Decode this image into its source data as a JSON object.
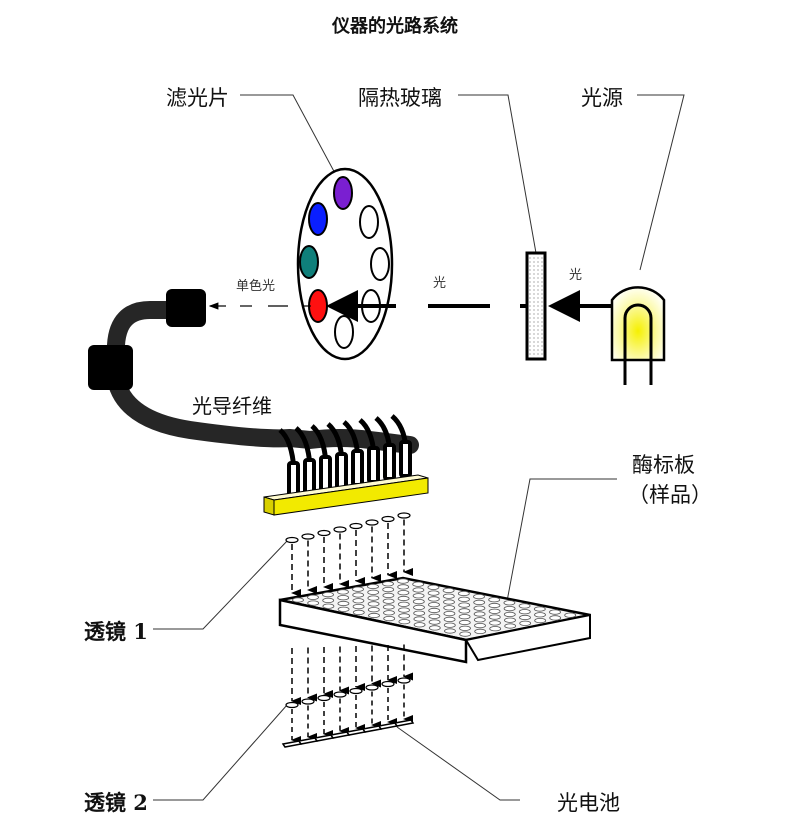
{
  "title": "仪器的光路系统",
  "labels": {
    "filter": "滤光片",
    "heat_glass": "隔热玻璃",
    "light_source": "光源",
    "mono_light": "单色光",
    "light1": "光",
    "light2": "光",
    "fiber": "光导纤维",
    "plate_line1": "酶标板",
    "plate_line2": "（样品）",
    "lens1": "透镜 1",
    "lens2": "透镜 2",
    "photocell": "光电池"
  },
  "colors": {
    "filter_purple": "#7a1fd1",
    "filter_blue": "#0a1fff",
    "filter_teal": "#0f7f7a",
    "filter_red": "#ff1010",
    "bulb_yellow": "#f4f07a",
    "block_yellow": "#f2ea00"
  },
  "filters": [
    {
      "name": "purple",
      "color": "#7a1fd1"
    },
    {
      "name": "blue",
      "color": "#0a1fff"
    },
    {
      "name": "teal",
      "color": "#0f7f7a"
    },
    {
      "name": "red",
      "color": "#ff1010"
    },
    {
      "name": "empty",
      "color": "#ffffff"
    },
    {
      "name": "empty",
      "color": "#ffffff"
    },
    {
      "name": "empty",
      "color": "#ffffff"
    },
    {
      "name": "empty",
      "color": "#ffffff"
    }
  ]
}
